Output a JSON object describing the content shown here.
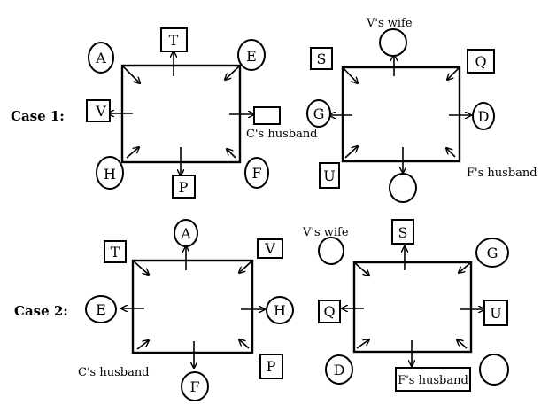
{
  "cases": [
    {
      "label": "Case 1:",
      "left_table": {
        "seats": [
          "A",
          "T",
          "E",
          "V",
          "",
          "H",
          "P",
          "F"
        ],
        "note": "C's husband"
      },
      "right_table": {
        "seats": [
          "S",
          "",
          "Q",
          "G",
          "D",
          "U",
          "",
          "F's husband"
        ],
        "note": "V's wife"
      }
    },
    {
      "label": "Case 2:",
      "left_table": {
        "seats": [
          "T",
          "A",
          "V",
          "E",
          "H",
          "F",
          "P"
        ],
        "note": "C's husband"
      },
      "right_table": {
        "seats": [
          "",
          "S",
          "G",
          "Q",
          "U",
          "D",
          "F's husband",
          ""
        ],
        "note": "V's wife"
      }
    }
  ]
}
